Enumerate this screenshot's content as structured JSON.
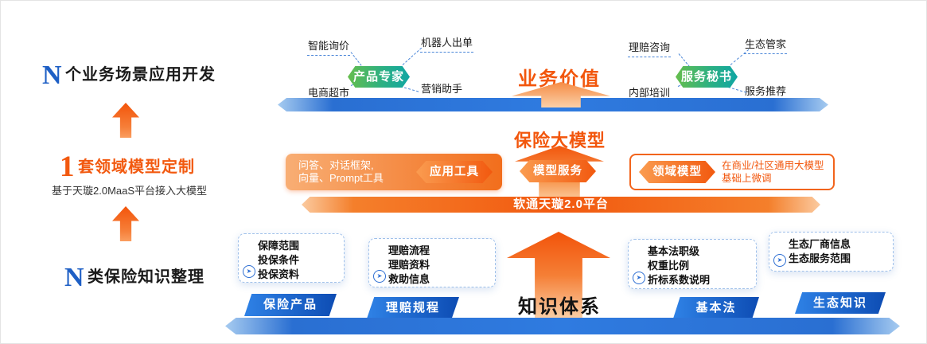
{
  "left_panel": {
    "top": {
      "prefix": "N",
      "label": "个业务场景应用开发"
    },
    "middle": {
      "prefix": "1",
      "label": "套领域模型定制",
      "subtitle": "基于天璇2.0MaaS平台接入大模型"
    },
    "bottom": {
      "prefix": "N",
      "label": "类保险知识整理"
    }
  },
  "top_layer": {
    "title": "业务价值",
    "groups": [
      {
        "badge": "产品专家",
        "labels": [
          "智能询价",
          "机器人出单",
          "电商超市",
          "营销助手"
        ]
      },
      {
        "badge": "服务秘书",
        "labels": [
          "理赔咨询",
          "生态管家",
          "内部培训",
          "服务推荐"
        ]
      }
    ]
  },
  "middle_layer": {
    "title": "保险大模型",
    "platform": "软通天璇2.0平台",
    "left_box": {
      "line1": "问答、对话框架,",
      "line2": "向量、Prompt工具",
      "pill": "应用工具"
    },
    "center_pill": "模型服务",
    "right_box": {
      "pill": "领域模型",
      "line1": "在商业/社区通用大模型",
      "line2": "基础上微调"
    }
  },
  "bottom_layer": {
    "title": "知识体系",
    "groups": [
      {
        "label": "保险产品",
        "items": [
          "保障范围",
          "投保条件",
          "投保资料"
        ]
      },
      {
        "label": "理赔规程",
        "items": [
          "理赔流程",
          "理赔资料",
          "救助信息"
        ]
      },
      {
        "label": "基本法",
        "items": [
          "基本法职级",
          "权重比例",
          "折标系数说明"
        ]
      },
      {
        "label": "生态知识",
        "items": [
          "生态厂商信息",
          "生态服务范围"
        ]
      }
    ]
  },
  "icons": {
    "bullet_arrow": "➤"
  },
  "colors": {
    "accent_orange": "#F2590F",
    "brand_blue": "#1E5FC0",
    "badge_green": "#66BE4D",
    "badge_teal": "#0FA6A4"
  }
}
